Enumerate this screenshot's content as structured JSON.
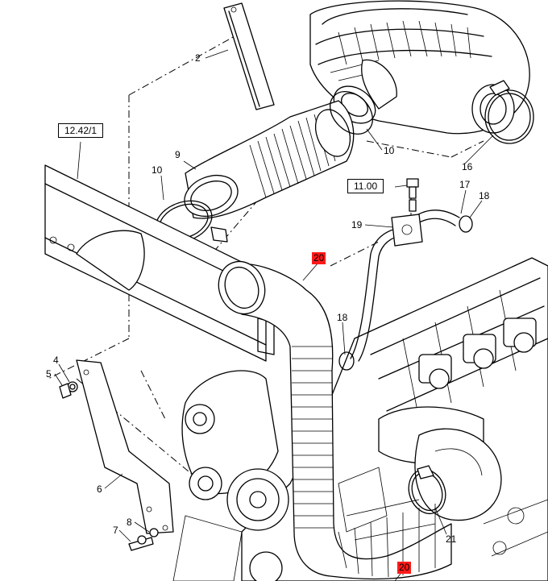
{
  "colors": {
    "line": "#000000",
    "background": "#ffffff",
    "highlight": "#ff1a1a"
  },
  "ref_boxes": [
    {
      "id": "ref-12-42-1",
      "text": "12.42/1"
    },
    {
      "id": "ref-11-00",
      "text": "11.00"
    }
  ],
  "highlighted_callouts": [
    {
      "id": "hl-20-top",
      "text": "20"
    },
    {
      "id": "hl-20-bottom",
      "text": "20"
    }
  ],
  "callouts": [
    {
      "id": "c-2",
      "text": "2"
    },
    {
      "id": "c-10-a",
      "text": "10"
    },
    {
      "id": "c-16",
      "text": "16"
    },
    {
      "id": "c-9",
      "text": "9"
    },
    {
      "id": "c-10-b",
      "text": "10"
    },
    {
      "id": "c-17",
      "text": "17"
    },
    {
      "id": "c-18-a",
      "text": "18"
    },
    {
      "id": "c-19",
      "text": "19"
    },
    {
      "id": "c-18-b",
      "text": "18"
    },
    {
      "id": "c-4",
      "text": "4"
    },
    {
      "id": "c-5",
      "text": "5"
    },
    {
      "id": "c-6",
      "text": "6"
    },
    {
      "id": "c-8",
      "text": "8"
    },
    {
      "id": "c-7",
      "text": "7"
    },
    {
      "id": "c-21",
      "text": "21"
    }
  ]
}
